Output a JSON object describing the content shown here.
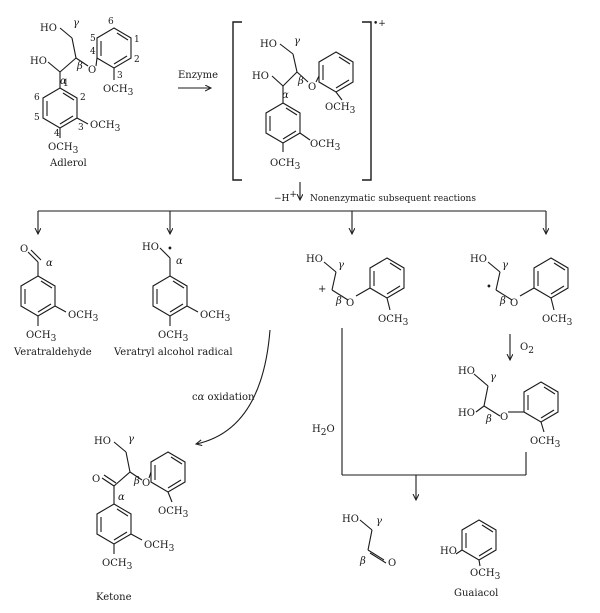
{
  "diagram": {
    "atoms": {
      "ho": "HO",
      "o": "O",
      "och3": "OCH",
      "sub3": "3",
      "alpha": "α",
      "beta": "β",
      "gamma": "γ",
      "plus": "+",
      "radical_dot": "•",
      "radical_cation": "•+"
    },
    "ring_numbers": {
      "n1": "1",
      "n2": "2",
      "n3": "3",
      "n4": "4",
      "n5": "5",
      "n6": "6"
    },
    "compounds": {
      "adlerol": "Adlerol",
      "veratraldehyde": "Veratraldehyde",
      "veratryl_radical": "Veratryl alcohol radical",
      "ketone": "Ketone",
      "guaiacol": "Guaiacol"
    },
    "steps": {
      "enzyme": "Enzyme",
      "deprotonation": "−H",
      "deprotonation_sup": "+",
      "nonenzymatic": "Nonenzymatic subsequent reactions",
      "o2": "O",
      "o2_sub": "2",
      "h2o_h": "H",
      "h2o_sub": "2",
      "h2o_o": "O",
      "ca_oxidation_c": "c",
      "ca_oxidation_alpha": "α",
      "ca_oxidation_rest": " oxidation"
    }
  }
}
